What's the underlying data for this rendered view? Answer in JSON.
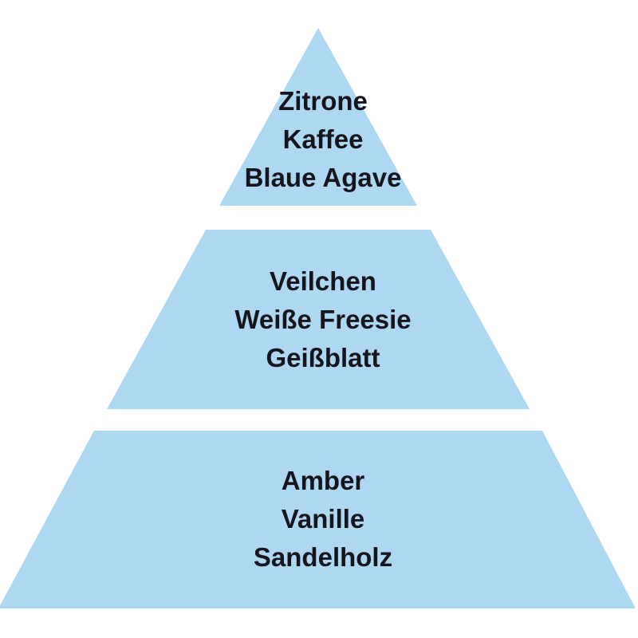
{
  "diagram": {
    "type": "fragrance-pyramid",
    "background_color": "#ffffff",
    "tier_fill_color": "#aed7f2",
    "text_color": "#15151d",
    "tiers": [
      {
        "name": "top-notes",
        "shape": "triangle",
        "lines": [
          "Zitrone",
          "Kaffee",
          "Blaue Agave"
        ]
      },
      {
        "name": "heart-notes",
        "shape": "trapezoid",
        "lines": [
          "Veilchen",
          "Weiße Freesie",
          "Geißblatt"
        ]
      },
      {
        "name": "base-notes",
        "shape": "trapezoid",
        "lines": [
          "Amber",
          "Vanille",
          "Sandelholz"
        ]
      }
    ]
  }
}
